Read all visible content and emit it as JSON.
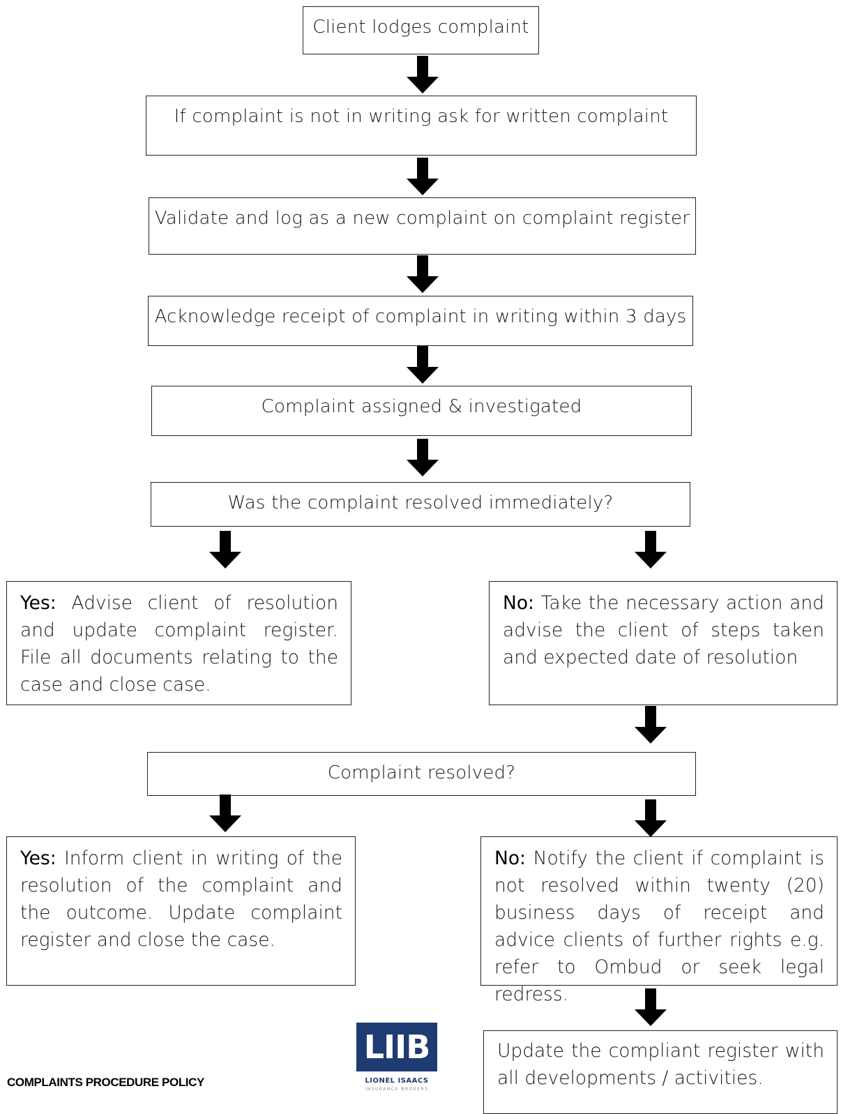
{
  "flowchart": {
    "step1": "Client lodges complaint",
    "step2": "If complaint is not in writing ask for written complaint",
    "step3": "Validate and log as a new complaint on complaint register",
    "step4": "Acknowledge receipt of complaint in writing within 3 days",
    "step5": "Complaint assigned & investigated",
    "decision1": "Was the complaint resolved immediately?",
    "yes1": {
      "label": "Yes:",
      "text": "Advise client of resolution and update complaint register. File all documents relating to the case and close case."
    },
    "no1": {
      "label": "No:",
      "text": "Take the necessary action and advise the client of steps taken and expected date of resolution"
    },
    "decision2": "Complaint resolved?",
    "yes2": {
      "label": "Yes:",
      "text": "Inform client in writing of the resolution of the complaint and the outcome. Update complaint register and close the case."
    },
    "no2": {
      "label": "No:",
      "text": "Notify the client if complaint is not resolved within twenty (20) business days of receipt and advice clients of further rights e.g. refer to Ombud or seek legal redress."
    },
    "final": "Update the compliant register with all developments / activities."
  },
  "logo": {
    "mark": "LIIB",
    "name": "LIONEL ISAACS",
    "sub": "INSURANCE BROKERS",
    "color": "#1f3b73"
  },
  "footer": {
    "title": "COMPLAINTS PROCEDURE POLICY"
  }
}
